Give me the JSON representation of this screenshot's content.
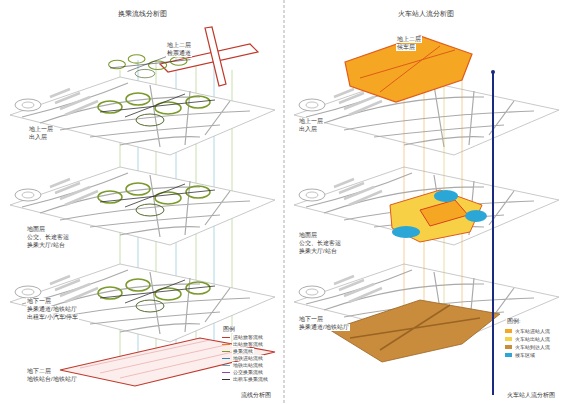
{
  "diagram": {
    "nodes": [
      {
        "text": [
          "换乘流线分析图"
        ]
      },
      {
        "text": [
          "火车站人流分析图"
        ]
      }
    ],
    "labels": [
      "地上二层",
      "检票通道",
      "地上一层",
      "出入层",
      "地面层",
      "公交、长途客运",
      "换乘大厅/站台",
      "地下一层",
      "换乘通道/地铁站厅",
      "出租车/小汽车/停车",
      "地下二层",
      "地铁站台/地铁站厅",
      "图例",
      "流线分析图",
      "地上二层",
      "候车层",
      "地上一层",
      "出入层",
      "地面层",
      "公交、长途客运",
      "换乘大厅/站台",
      "地下一层",
      "换乘通道/地铁站厅",
      "图例:",
      "火车站人流分析图"
    ],
    "legend": [
      {
        "text": "进站旅客流线"
      },
      {
        "text": "出站旅客流线"
      },
      {
        "text": "换乘流线"
      },
      {
        "text": "地铁进站流线"
      },
      {
        "text": "地铁出站流线"
      },
      {
        "text": "公交换乘流线"
      },
      {
        "text": "出租车换乘流线"
      },
      {
        "text": "火车站进站人流",
        "color": "#f5a623"
      },
      {
        "text": "火车站出站人流",
        "color": "#f7d046"
      },
      {
        "text": "火车站到达人流",
        "color": "#c98b3c"
      },
      {
        "text": "候车区域",
        "color": "#2aa7d6"
      }
    ]
  }
}
